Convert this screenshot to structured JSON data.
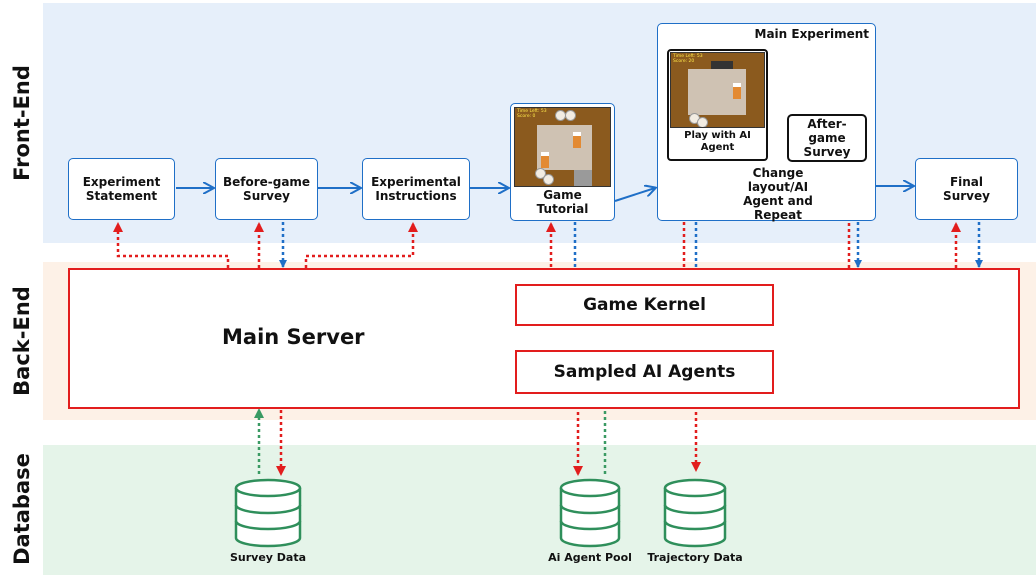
{
  "bands": {
    "front_end": "Front-End",
    "back_end": "Back-End",
    "database": "Database"
  },
  "frontend": {
    "experiment_statement": "Experiment\nStatement",
    "before_game_survey": "Before-game\nSurvey",
    "experimental_instructions": "Experimental\nInstructions",
    "game_tutorial": "Game\nTutorial",
    "main_experiment": "Main Experiment",
    "play_with_ai_agent": "Play with AI\nAgent",
    "after_game_survey": "After-game\nSurvey",
    "loop_label": "Change layout/AI\nAgent and Repeat",
    "final_survey": "Final\nSurvey",
    "tutorial_hud": "Time Left: 53\nScore: 0",
    "main_hud": "Time Left: 53\nScore: 20"
  },
  "backend": {
    "main_server": "Main Server",
    "game_kernel": "Game Kernel",
    "sampled_ai_agents": "Sampled AI Agents"
  },
  "database": {
    "survey_data": "Survey Data",
    "ai_agent_pool": "Ai Agent Pool",
    "trajectory_data": "Trajectory Data"
  },
  "colors": {
    "blue_flow": "#1f6fc7",
    "red_flow": "#e21d1d",
    "green_flow": "#3a9a63",
    "db_stroke": "#2f8f5b"
  }
}
